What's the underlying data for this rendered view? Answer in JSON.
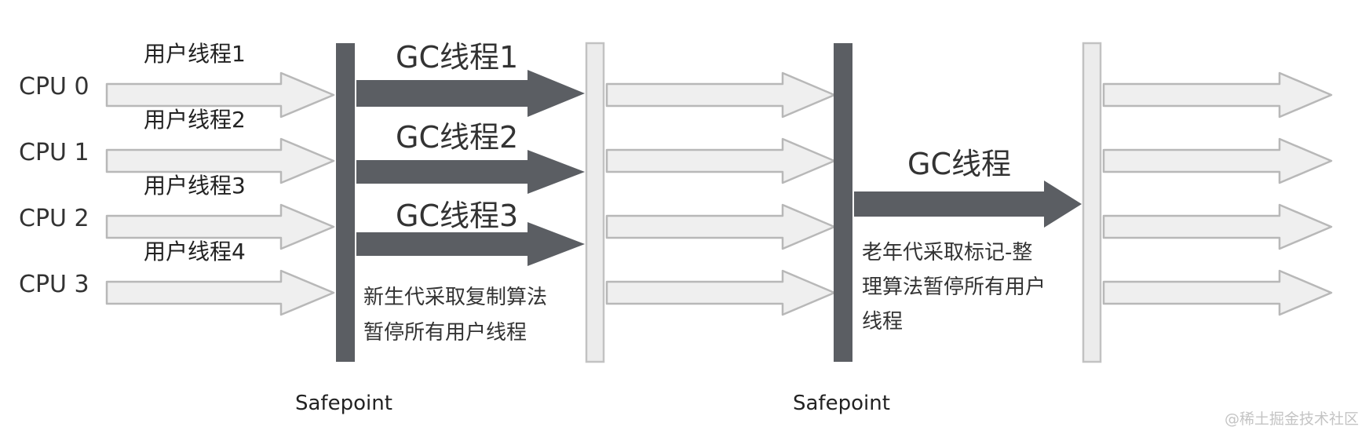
{
  "cpus": [
    "CPU 0",
    "CPU 1",
    "CPU 2",
    "CPU 3"
  ],
  "user_threads": [
    "用户线程1",
    "用户线程2",
    "用户线程3",
    "用户线程4"
  ],
  "gc_threads": [
    "GC线程1",
    "GC线程2",
    "GC线程3"
  ],
  "young_gen_note": [
    "新生代采取复制算法",
    "暂停所有用户线程"
  ],
  "old_gc_thread": "GC线程",
  "old_gen_note": [
    "老年代采取标记-整",
    "理算法暂停所有用户",
    "线程"
  ],
  "safepoints": [
    "Safepoint",
    "Safepoint"
  ],
  "watermark": "@稀土掘金技术社区",
  "colors": {
    "dark": "#5b5e63",
    "light_fill": "#efefef",
    "light_stroke": "#b8b8b8",
    "barrier_light": "#ececec"
  }
}
